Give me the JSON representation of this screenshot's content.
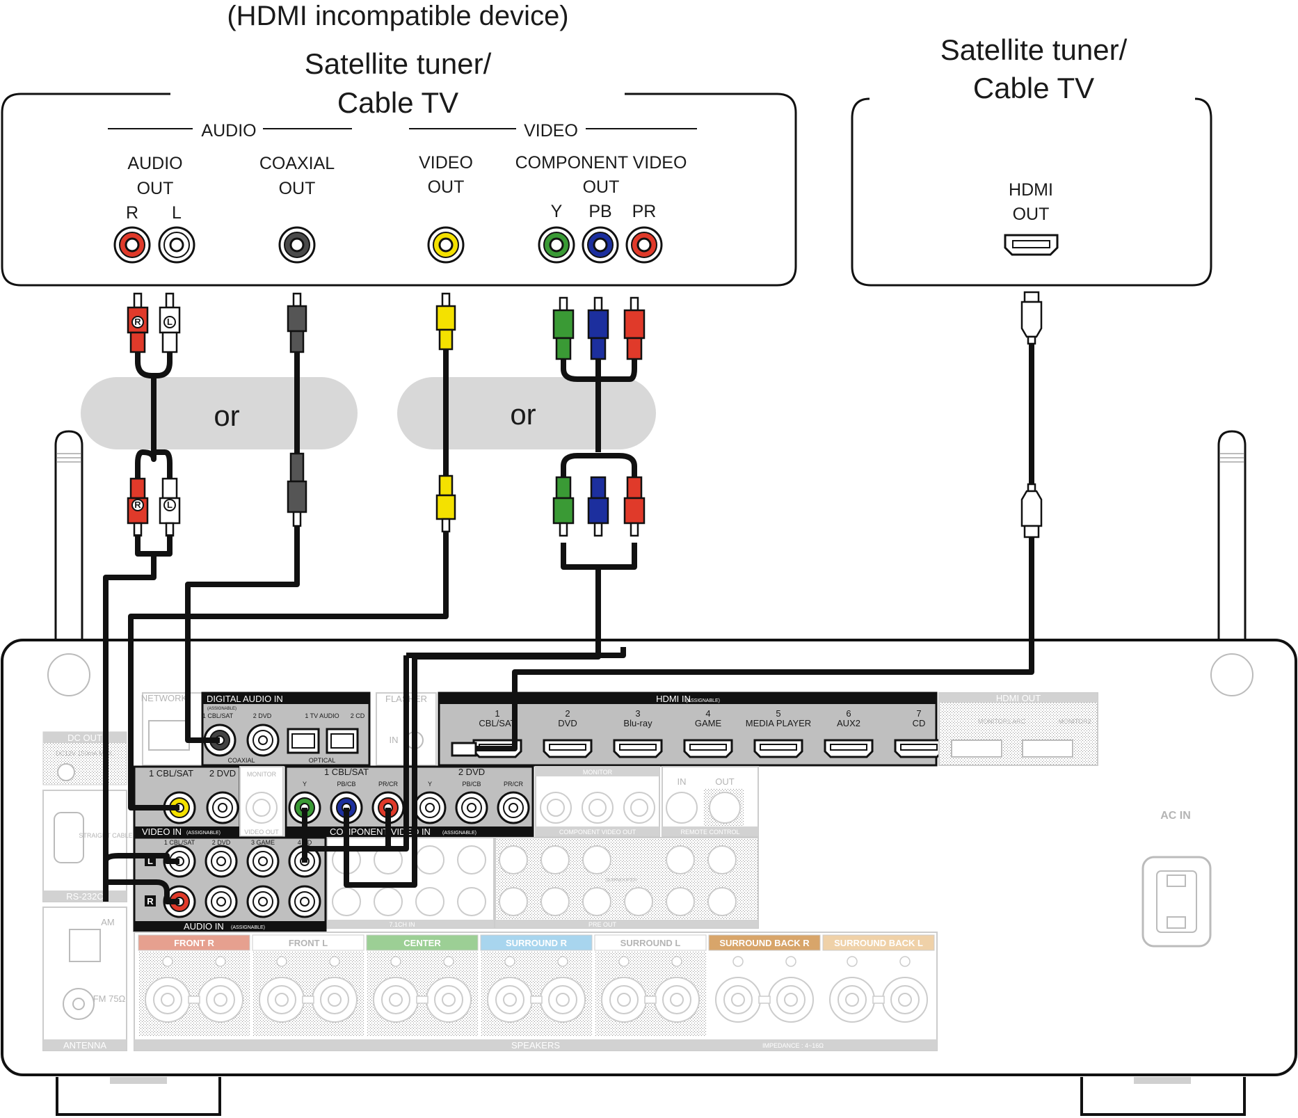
{
  "left_device": {
    "note": "(HDMI incompatible device)",
    "title_line1": "Satellite tuner/",
    "title_line2": "Cable TV",
    "group_audio": "AUDIO",
    "group_video": "VIDEO",
    "audio_out_line1": "AUDIO",
    "audio_out_line2": "OUT",
    "label_r": "R",
    "label_l": "L",
    "coaxial_line1": "COAXIAL",
    "coaxial_line2": "OUT",
    "video_out_line1": "VIDEO",
    "video_out_line2": "OUT",
    "component_line1": "COMPONENT VIDEO",
    "component_line2": "OUT",
    "label_y": "Y",
    "label_pb": "PB",
    "label_pr": "PR"
  },
  "right_device": {
    "title_line1": "Satellite tuner/",
    "title_line2": "Cable TV",
    "hdmi_line1": "HDMI",
    "hdmi_line2": "OUT"
  },
  "or_label": "or",
  "plug_r": "R",
  "plug_l": "L",
  "receiver": {
    "network": "NETWORK",
    "dc_out": "DC OUT",
    "dc_spec": "DC12V 150mA MAX.",
    "digital_audio_in": "DIGITAL AUDIO IN",
    "assignable": "(ASSIGNABLE)",
    "dig_1": "1 CBL/SAT",
    "dig_2": "2 DVD",
    "dig_tv": "1 TV AUDIO",
    "dig_cd": "2 CD",
    "coaxial": "COAXIAL",
    "optical": "OPTICAL",
    "flasher": "FLASHER",
    "flasher_in": "IN",
    "hdmi_in": "HDMI IN",
    "hdmi_ports": [
      "1 CBL/SAT",
      "2 DVD",
      "3 Blu-ray",
      "4 GAME",
      "5 MEDIA PLAYER",
      "6 AUX2",
      "7 CD"
    ],
    "hdmi_out": "HDMI OUT",
    "monitor1": "MONITOR1 ARC",
    "monitor2": "MONITOR2",
    "video_in": "VIDEO IN",
    "video_in_1": "1 CBL/SAT",
    "video_in_2": "2 DVD",
    "monitor": "MONITOR",
    "video_out": "VIDEO OUT",
    "comp_1": "1 CBL/SAT",
    "comp_2": "2 DVD",
    "comp_y": "Y",
    "comp_pb": "PB/CB",
    "comp_pr": "PR/CR",
    "component_video_in": "COMPONENT VIDEO IN",
    "component_video_out": "COMPONENT VIDEO OUT",
    "remote_control": "REMOTE CONTROL",
    "rc_in": "IN",
    "rc_out": "OUT",
    "straight_cable": "STRAIGHT CABLE",
    "rs232c": "RS-232C",
    "audio_in": "AUDIO IN",
    "audio_in_ports": [
      "1 CBL/SAT",
      "2 DVD",
      "3 GAME",
      "4 CD"
    ],
    "ch71_in": "7.1CH IN",
    "pre_out": "PRE OUT",
    "subwoofer": "SUBWOOFER",
    "am": "AM",
    "fm": "FM 75Ω",
    "antenna": "ANTENNA",
    "speakers": "SPEAKERS",
    "impedance": "IMPEDANCE : 4~16Ω",
    "ac_in": "AC IN",
    "speaker_groups": [
      "FRONT R",
      "FRONT L",
      "CENTER",
      "SURROUND R",
      "SURROUND L",
      "SURROUND BACK R",
      "SURROUND BACK L"
    ]
  },
  "colors": {
    "red": "#e03a2a",
    "white": "#ffffff",
    "black": "#333333",
    "yellow": "#f4e100",
    "green": "#3a9a35",
    "blue": "#1c2f9e",
    "front_r": "#e6a08f",
    "center": "#9ccf95",
    "surround_r": "#a8d5ee",
    "surround_back_r": "#d8a56a",
    "surround_back_l": "#efd1a8"
  }
}
